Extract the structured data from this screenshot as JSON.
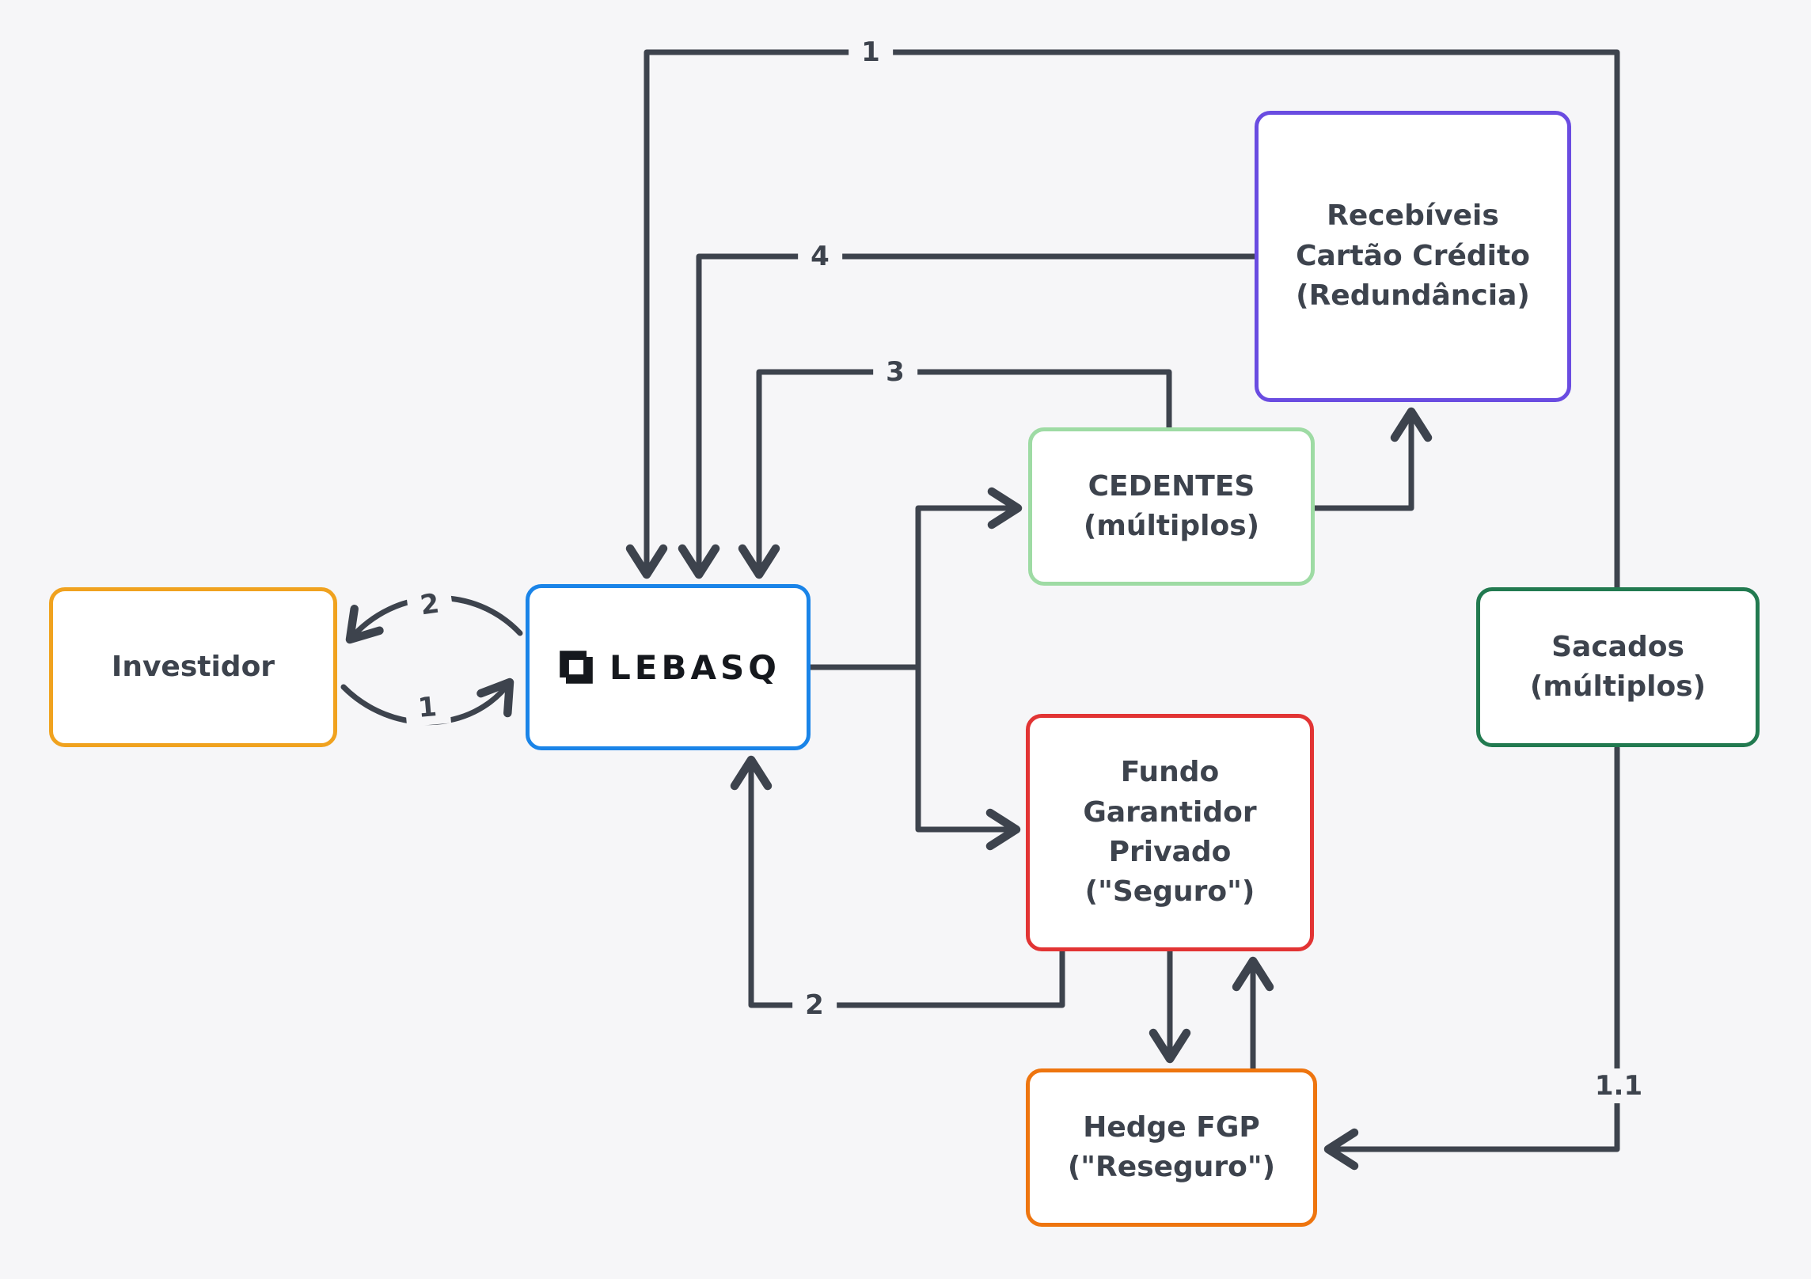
{
  "diagram": {
    "background": "#f6f6f8",
    "stroke_color": "#3d434d",
    "nodes": {
      "investidor": {
        "label": "Investidor",
        "border": "#f0a21f"
      },
      "lebasq": {
        "label": "LEBASQ",
        "border": "#1a84e8",
        "logo_icon": "interlocking-squares-icon"
      },
      "cedentes": {
        "label": "CEDENTES\n(múltiplos)",
        "border": "#9edba4"
      },
      "recebiveis": {
        "label": "Recebíveis\nCartão Crédito\n(Redundância)",
        "border": "#6a4ce1"
      },
      "sacados": {
        "label": "Sacados\n(múltiplos)",
        "border": "#227a50"
      },
      "fundo": {
        "label": "Fundo\nGarantidor\nPrivado\n(\"Seguro\")",
        "border": "#e23434"
      },
      "hedge": {
        "label": "Hedge FGP\n(\"Reseguro\")",
        "border": "#ee750f"
      }
    },
    "edges": {
      "sacados_to_lebasq": {
        "from": "Sacados (múltiplos)",
        "to": "LEBASQ",
        "label": "1"
      },
      "recebiveis_to_lebasq": {
        "from": "Recebíveis Cartão Crédito (Redundância)",
        "to": "LEBASQ",
        "label": "4"
      },
      "cedentes_to_lebasq": {
        "from": "CEDENTES (múltiplos)",
        "to": "LEBASQ",
        "label": "3"
      },
      "lebasq_to_investidor": {
        "from": "LEBASQ",
        "to": "Investidor",
        "label": "2"
      },
      "investidor_to_lebasq": {
        "from": "Investidor",
        "to": "LEBASQ",
        "label": "1"
      },
      "fundo_to_lebasq": {
        "from": "Fundo Garantidor Privado (\"Seguro\")",
        "to": "LEBASQ",
        "label": "2"
      },
      "sacados_to_hedge": {
        "from": "Sacados (múltiplos)",
        "to": "Hedge FGP (\"Reseguro\")",
        "label": "1.1"
      },
      "lebasq_to_cedentes": {
        "from": "LEBASQ",
        "to": "CEDENTES (múltiplos)",
        "label": ""
      },
      "lebasq_to_fundo": {
        "from": "LEBASQ",
        "to": "Fundo Garantidor Privado (\"Seguro\")",
        "label": ""
      },
      "cedentes_to_recebiveis": {
        "from": "CEDENTES (múltiplos)",
        "to": "Recebíveis Cartão Crédito (Redundância)",
        "label": ""
      },
      "fundo_to_hedge": {
        "from": "Fundo Garantidor Privado (\"Seguro\")",
        "to": "Hedge FGP (\"Reseguro\")",
        "label": ""
      },
      "hedge_to_fundo": {
        "from": "Hedge FGP (\"Reseguro\")",
        "to": "Fundo Garantidor Privado (\"Seguro\")",
        "label": ""
      }
    }
  }
}
